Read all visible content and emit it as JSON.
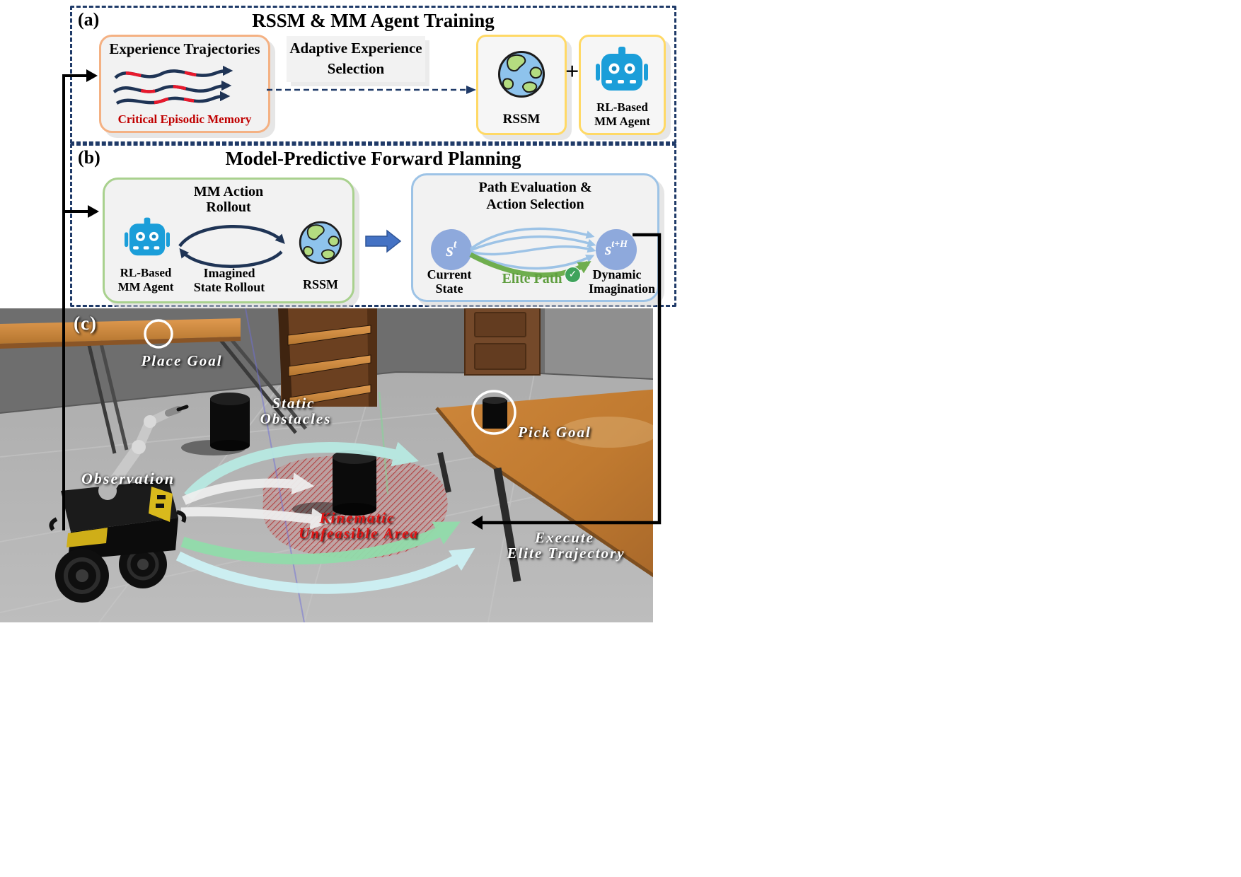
{
  "panel_a": {
    "tag": "(a)",
    "title": "RSSM & MM Agent Training",
    "experience_box": {
      "title": "Experience Trajectories",
      "caption": "Critical Episodic Memory"
    },
    "selection_label_line1": "Adaptive Experience",
    "selection_label_line2": "Selection",
    "rssm_label": "RSSM",
    "plus": "+",
    "agent_label_line1": "RL-Based",
    "agent_label_line2": "MM Agent"
  },
  "panel_b": {
    "tag": "(b)",
    "title": "Model-Predictive Forward Planning",
    "rollout_box": {
      "title_line1": "MM Action",
      "title_line2": "Rollout",
      "agent_line1": "RL-Based",
      "agent_line2": "MM Agent",
      "imagined_line1": "Imagined",
      "imagined_line2": "State Rollout",
      "rssm_label": "RSSM"
    },
    "eval_box": {
      "title_line1": "Path Evaluation &",
      "title_line2": "Action Selection",
      "state_t_base": "s",
      "state_t_sup": "t",
      "state_th_base": "s",
      "state_th_sup": "t+H",
      "current_line1": "Current",
      "current_line2": "State",
      "elite_label": "Elite Path",
      "check_glyph": "✓",
      "dynamic_line1": "Dynamic",
      "dynamic_line2": "Imagination"
    }
  },
  "panel_c": {
    "tag": "(c)",
    "labels": {
      "place_goal": "Place Goal",
      "static_obstacles_line1": "Static",
      "static_obstacles_line2": "Obstacles",
      "pick_goal": "Pick Goal",
      "observation": "Observation",
      "kinematic_line1": "Kinematic",
      "kinematic_line2": "Unfeasible Area",
      "execute_line1": "Execute",
      "execute_line2": "Elite Trajectory"
    }
  },
  "colors": {
    "panel_dash": "#1f3a68",
    "trajectory_navy": "#1f3455",
    "trajectory_red": "#e8192c",
    "critical_red": "#c00000",
    "orange_border": "#f4b183",
    "yellow_border": "#ffd966",
    "green_border": "#a9d18e",
    "blue_border": "#9dc3e6",
    "block_arrow_blue": "#4472c4",
    "state_circle": "#8ea9dc",
    "elite_green": "#6fae4e",
    "robot_blue": "#1b9ed9",
    "globe_ocean": "#8ec3ec",
    "globe_land": "#b4dc80",
    "scene_wall": "#6e6e6e",
    "scene_floor": "#b0b0b0",
    "wood": "#c9803a",
    "kinematic_red": "#e01414"
  }
}
